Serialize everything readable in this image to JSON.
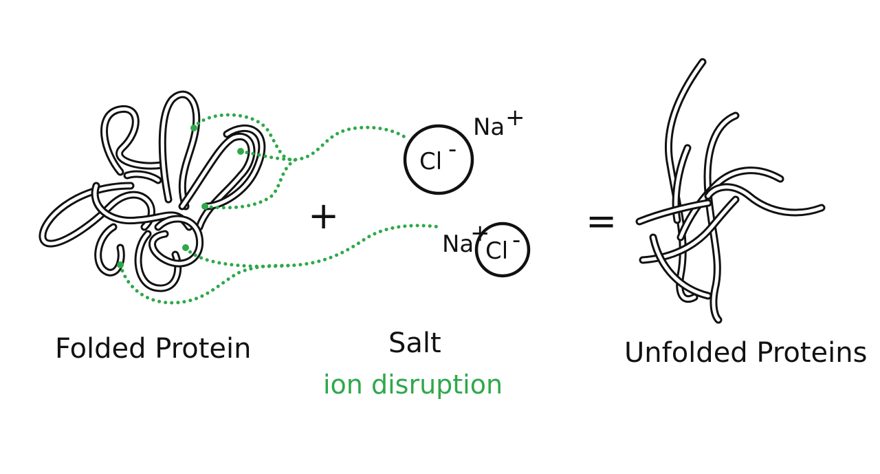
{
  "colors": {
    "ink": "#111111",
    "accent": "#2ea84a",
    "background": "#ffffff"
  },
  "labels": {
    "folded": "Folded Protein",
    "salt": "Salt",
    "ion": "ion disruption",
    "unfolded": "Unfolded Proteins"
  },
  "operators": {
    "plus": "+",
    "equals": "="
  },
  "ions": {
    "top": {
      "anion": "Cl",
      "anion_charge": "-",
      "cation": "Na",
      "cation_charge": "+"
    },
    "bottom": {
      "anion": "Cl",
      "anion_charge": "-",
      "cation": "Na",
      "cation_charge": "+"
    }
  }
}
